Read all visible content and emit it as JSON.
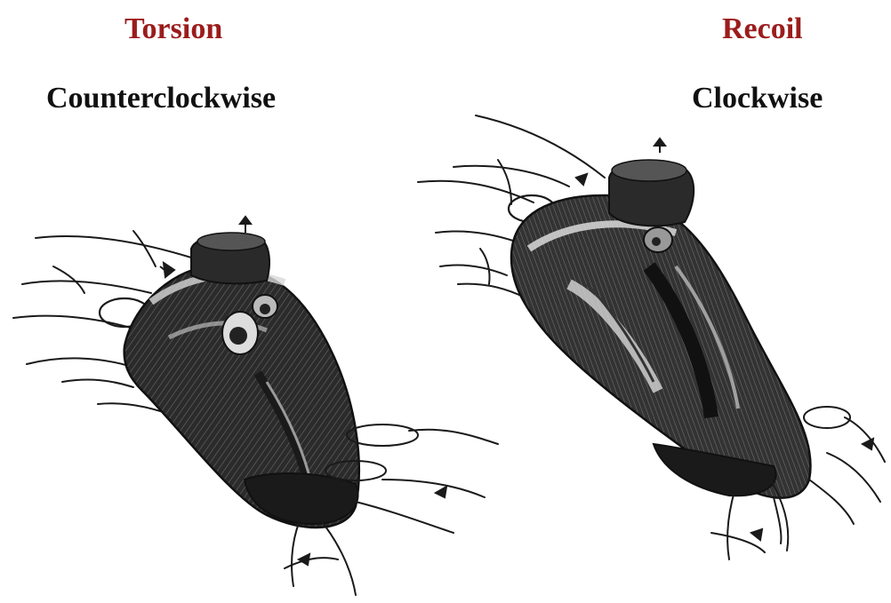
{
  "left_panel": {
    "title": "Torsion",
    "direction": "Counterclockwise",
    "title_color": "#9b1c1c"
  },
  "right_panel": {
    "title": "Recoil",
    "direction": "Clockwise",
    "title_color": "#9b1c1c"
  },
  "colors": {
    "ink": "#1a1a1a",
    "muscle_dark": "#2b2b2b",
    "muscle_mid": "#4a4a4a",
    "highlight": "#cfcfcf",
    "background": "#ffffff"
  }
}
